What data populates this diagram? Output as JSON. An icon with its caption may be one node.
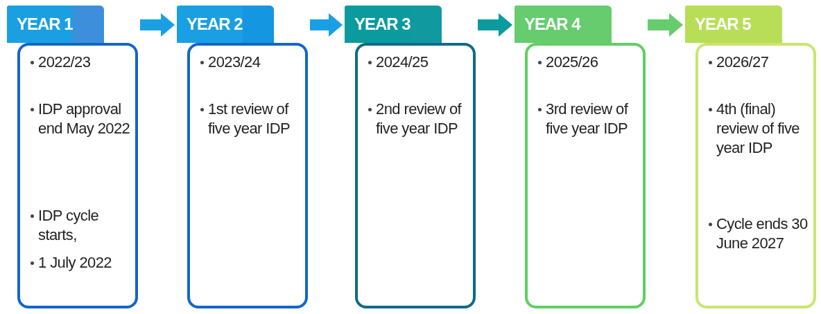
{
  "diagram": {
    "nodes": [
      {
        "text": [
          "YEAR 1",
          "2022/23",
          "IDP approval end May 2022",
          "IDP cycle starts,",
          "1 July 2022"
        ]
      },
      {
        "text": [
          "YEAR 2",
          "2023/24",
          "1st review of five year IDP"
        ]
      },
      {
        "text": [
          "YEAR 3",
          "2024/25",
          "2nd review of  five year IDP"
        ]
      },
      {
        "text": [
          "YEAR 4",
          "2025/26",
          "3rd review of five year IDP"
        ]
      },
      {
        "text": [
          "YEAR 5",
          "2026/27",
          "4th (final) review of five year IDP",
          "Cycle ends 30 June 2027"
        ]
      }
    ],
    "edges": [
      {
        "from": 0,
        "to": 1,
        "arrow": "to"
      },
      {
        "from": 1,
        "to": 2,
        "arrow": "to"
      },
      {
        "from": 2,
        "to": 3,
        "arrow": "to",
        "color": "#0b9b9e"
      },
      {
        "from": 3,
        "to": 4,
        "arrow": "to",
        "color": "#66cc6e"
      }
    ]
  }
}
